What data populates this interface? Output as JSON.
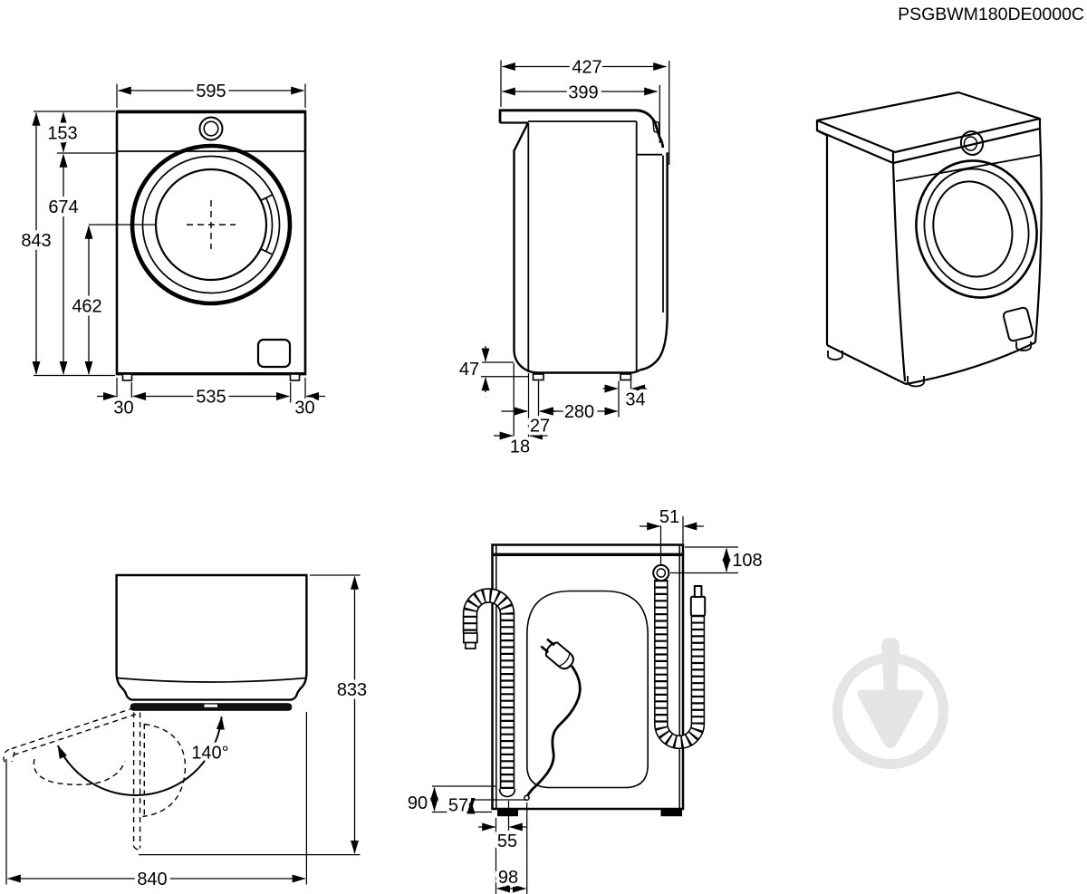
{
  "part_code": "PSGBWM180DE0000C",
  "colors": {
    "line": "#000000",
    "watermark": "#e4e5e6",
    "background": "#ffffff"
  },
  "dims": {
    "front": {
      "width": "595",
      "panel_height": "153",
      "lower_height": "674",
      "total_height": "843",
      "door_center_height": "462",
      "foot_inset_left": "30",
      "feet_spacing": "535",
      "foot_inset_right": "30"
    },
    "side": {
      "depth_total": "427",
      "depth_body": "399",
      "rear_recess_height": "47",
      "rear_recess_depth": "18",
      "rear_foot_offset": "27",
      "feet_spacing": "280",
      "foot_length": "34"
    },
    "top": {
      "door_angle": "140°",
      "depth_door_open": "833",
      "width_door_open": "840"
    },
    "rear": {
      "drain_outlet_side_offset": "51",
      "drain_outlet_top_offset": "108",
      "drain_hose_bottom_height": "90",
      "cord_bottom_height": "57",
      "drain_hose_side_offset": "55",
      "cord_side_offset": "98"
    }
  }
}
